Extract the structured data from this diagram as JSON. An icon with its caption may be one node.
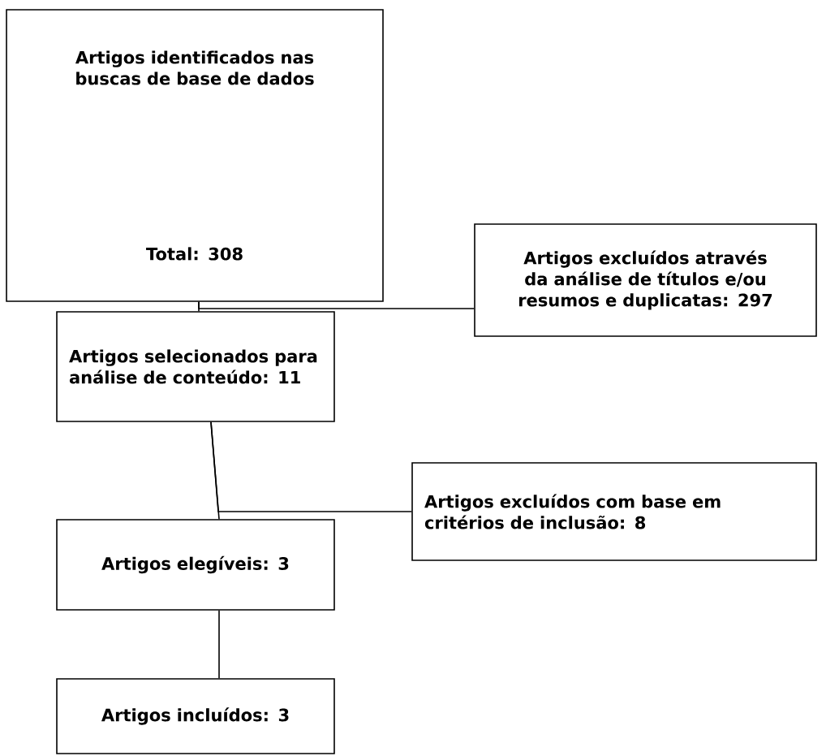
{
  "diagram": {
    "nodes": [
      {
        "text": [
          "**Artigos identificados nas buscas de base de dados**",
          "**Total: 308**"
        ]
      },
      {
        "text": [
          "Artigos excluídos através da análise de títulos e/ou resumos e duplicatas: 297"
        ]
      },
      {
        "text": [
          "Artigos selecionados para análise de conteúdo: 11"
        ]
      },
      {
        "text": [
          "Artigos excluídos com base em critérios de inclusão: 8"
        ]
      },
      {
        "text": [
          "Artigos elegíveis: 3"
        ]
      },
      {
        "text": [
          "Artigos incluídos: 3"
        ]
      }
    ],
    "edges": [
      {
        "from": 0,
        "to": 2,
        "arrow": "none"
      },
      {
        "from": 0,
        "to": 1,
        "arrow": "none"
      },
      {
        "from": 2,
        "to": 4,
        "arrow": "none"
      },
      {
        "from": 2,
        "to": 3,
        "arrow": "none"
      },
      {
        "from": 4,
        "to": 5,
        "arrow": "none"
      }
    ]
  }
}
